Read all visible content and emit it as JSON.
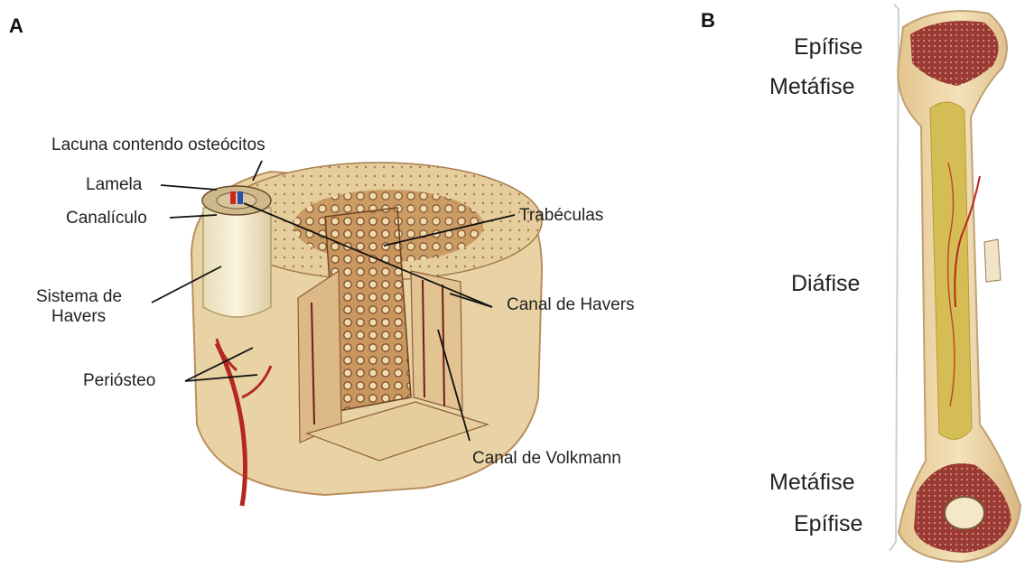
{
  "panels": {
    "a": {
      "letter": "A",
      "labels": {
        "lacuna": "Lacuna contendo osteócitos",
        "lamela": "Lamela",
        "canaliculo": "Canalículo",
        "sistema_line1": "Sistema de",
        "sistema_line2": "Havers",
        "periosteo": "Periósteo",
        "trabeculas": "Trabéculas",
        "canal_havers": "Canal de Havers",
        "canal_volkmann": "Canal de Volkmann"
      }
    },
    "b": {
      "letter": "B",
      "labels": {
        "epifise_top": "Epífise",
        "metafise_top": "Metáfise",
        "diafise": "Diáfise",
        "metafise_bottom": "Metáfise",
        "epifise_bottom": "Epífise"
      }
    }
  },
  "colors": {
    "bone": "#e8cf9f",
    "spongy": "#b8865a",
    "vessel": "#b5281f",
    "marrow": "#d8c25a",
    "red_marrow": "#8e2f2b"
  }
}
